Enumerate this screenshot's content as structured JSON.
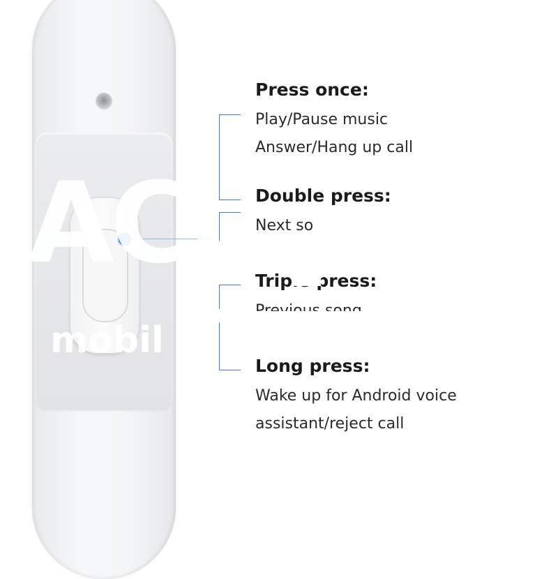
{
  "watermark": {
    "big_text": "ACE",
    "small_text": "mobil"
  },
  "functions": [
    {
      "heading": "Press once:",
      "lines": [
        "Play/Pause music",
        "Answer/Hang up call"
      ]
    },
    {
      "heading": "Double press:",
      "lines": [
        "Next so"
      ]
    },
    {
      "heading": "Triple press:",
      "lines": [
        "Previous song"
      ]
    },
    {
      "heading": "Long press:",
      "lines": [
        "Wake up for Android voice",
        "assistant/reject call"
      ]
    }
  ],
  "colors": {
    "accent": "#1f6fe5",
    "bracket": "#3f78d8",
    "text": "#1b1b1b"
  }
}
